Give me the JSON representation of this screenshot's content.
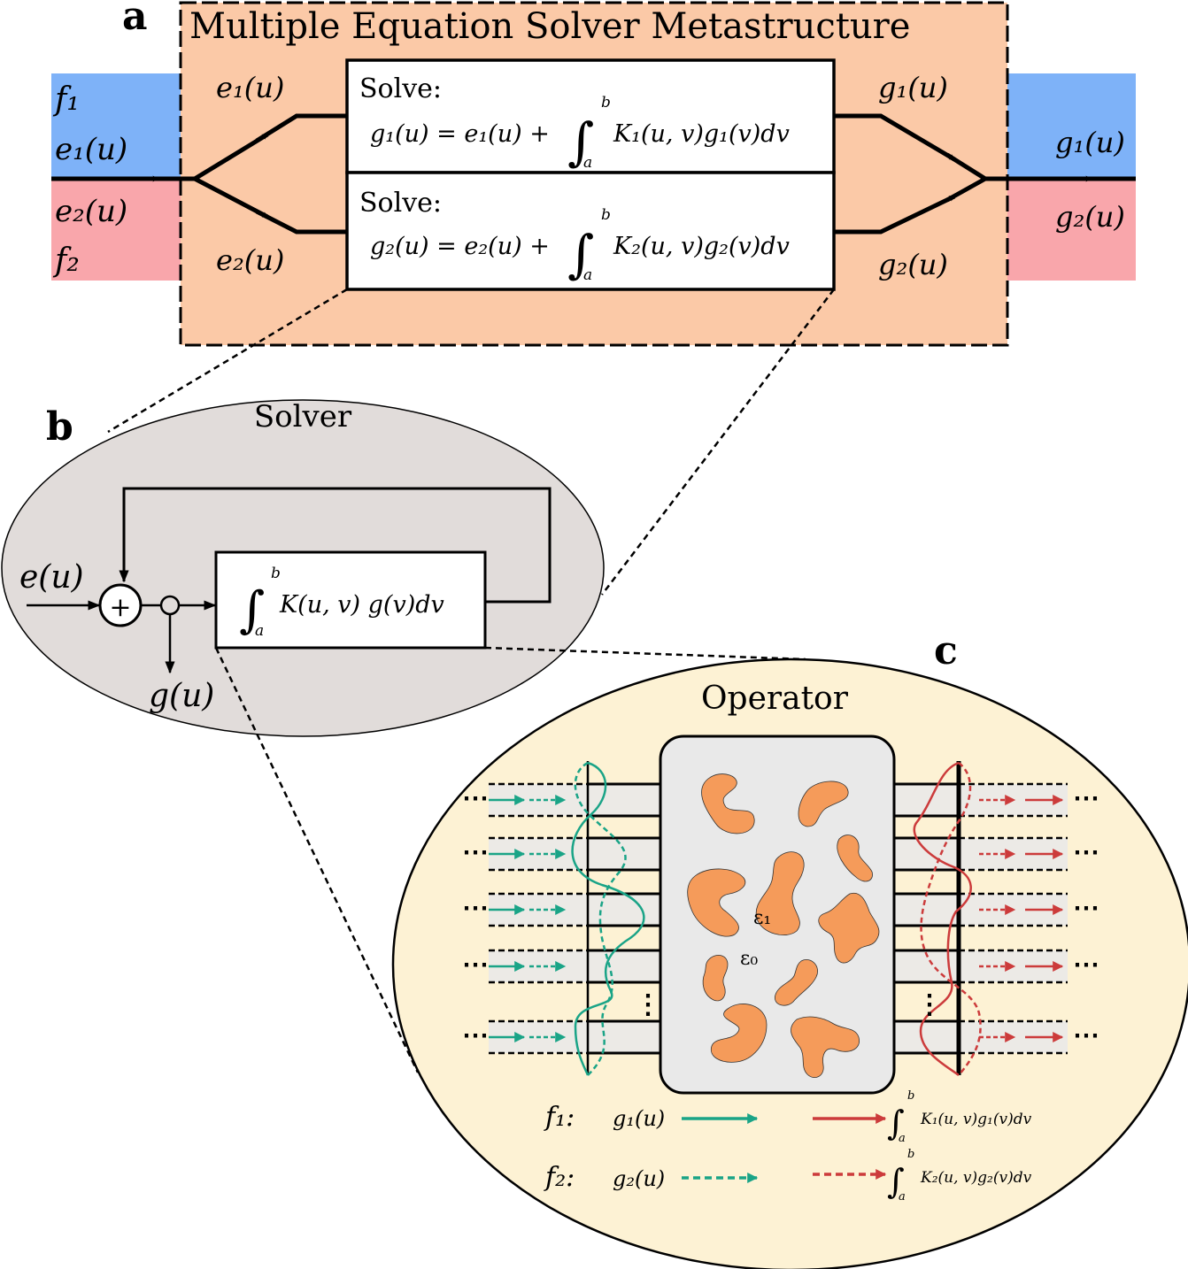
{
  "panel_labels": {
    "a": "a",
    "b": "b",
    "c": "c"
  },
  "panel_a": {
    "title": "Multiple Equation Solver Metastructure",
    "left_band": {
      "f1": "f₁",
      "e1": "e₁(u)",
      "e2": "e₂(u)",
      "f2": "f₂"
    },
    "branch_labels": {
      "e1": "e₁(u)",
      "e2": "e₂(u)",
      "g1": "g₁(u)",
      "g2": "g₂(u)"
    },
    "box1": {
      "label": "Solve:",
      "equation_lhs": "g₁(u) = e₁(u) +",
      "integral_upper": "b",
      "integral_lower": "a",
      "integrand": "K₁(u, v)g₁(v)dv"
    },
    "box2": {
      "label": "Solve:",
      "equation_lhs": "g₂(u) = e₂(u) +",
      "integral_upper": "b",
      "integral_lower": "a",
      "integrand": "K₂(u, v)g₂(v)dv"
    },
    "right_band": {
      "g1": "g₁(u)",
      "g2": "g₂(u)"
    },
    "colors": {
      "frame": "#fbc9a7",
      "band_top": "#7eb2f8",
      "band_bottom": "#f9a6ab"
    }
  },
  "panel_b": {
    "title": "Solver",
    "input": "e(u)",
    "adder": "+",
    "output": "g(u)",
    "box": {
      "integral_upper": "b",
      "integral_lower": "a",
      "integrand": "K(u, v) g(v)dv"
    },
    "color": "#e1dcda"
  },
  "panel_c": {
    "title": "Operator",
    "eps1": "ε₁",
    "eps0": "ε₀",
    "ellipsis": "⋯",
    "vdots": "⋮",
    "legend": [
      {
        "label": "f₁:",
        "input": "g₁(u)",
        "output_upper": "b",
        "output_lower": "a",
        "output": "K₁(u, v)g₁(v)dv",
        "style": "solid"
      },
      {
        "label": "f₂:",
        "input": "g₂(u)",
        "output_upper": "b",
        "output_lower": "a",
        "output": "K₂(u, v)g₂(v)dv",
        "style": "dashed"
      }
    ],
    "colors": {
      "ellipse": "#fdf2d4",
      "box": "#e9e9e9",
      "blob": "#f59b5a",
      "input_wave": "#1aa487",
      "output_wave": "#cc3b3b"
    }
  }
}
